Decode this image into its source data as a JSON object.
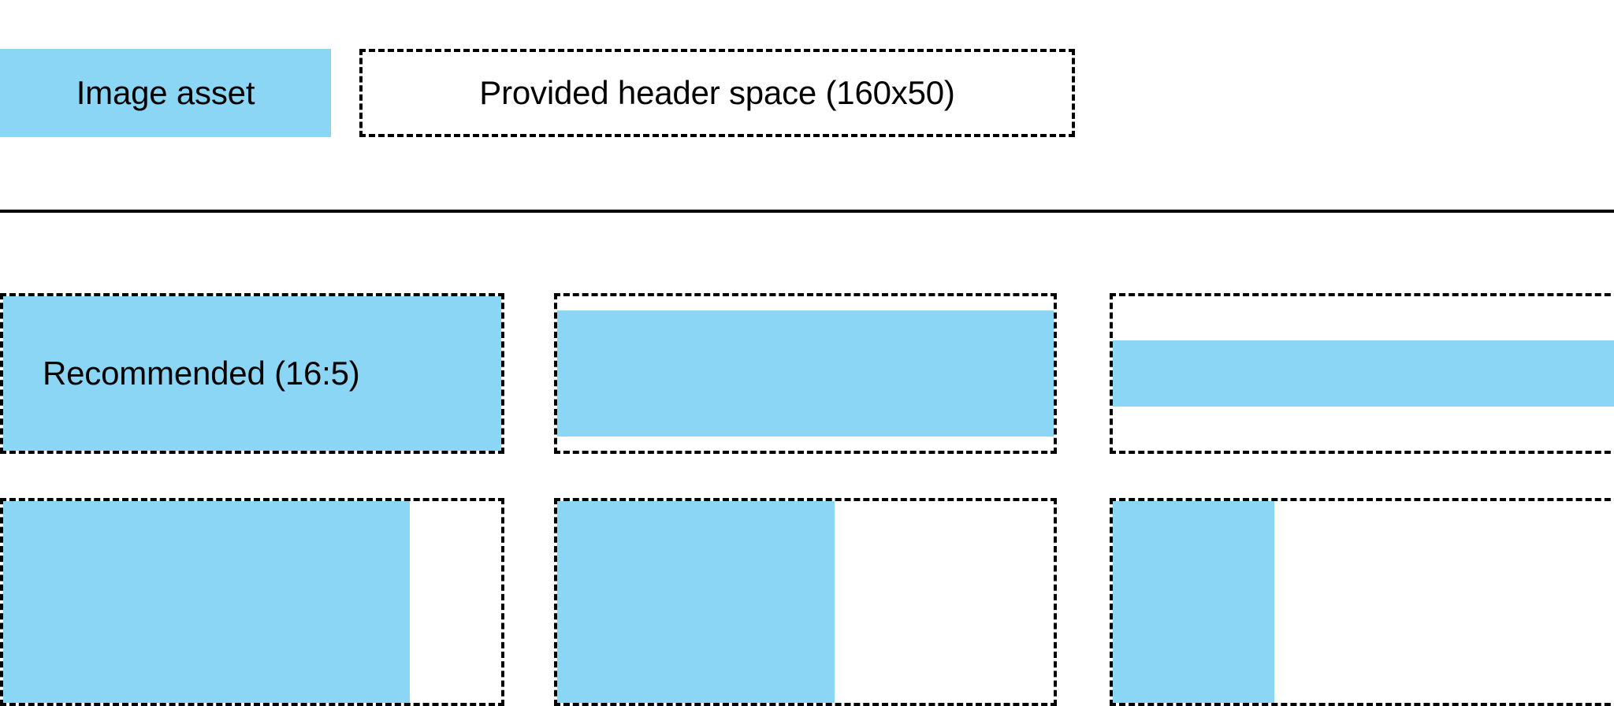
{
  "colors": {
    "asset_blue": "#8BD5F5",
    "outline_black": "#000000",
    "background": "#FFFFFF"
  },
  "header": {
    "swatch_label": "Image asset",
    "space_box_label": "Provided header space (160x50)",
    "swatch_icon": "blue-filled-rectangle",
    "space_box_icon": "dashed-outline-rectangle"
  },
  "ratio_grid": {
    "recommended_label": "Recommended (16:5)",
    "rows": [
      {
        "name": "wide-fit-row",
        "cells": [
          {
            "name": "recommended-16-5",
            "label": "Recommended (16:5)",
            "fill": "full"
          },
          {
            "name": "wider-ratio-letterboxed",
            "label": "",
            "fill": "letterboxed"
          },
          {
            "name": "widest-ratio-letterboxed",
            "label": "",
            "fill": "letterboxed-narrow"
          }
        ]
      },
      {
        "name": "tall-fit-row",
        "cells": [
          {
            "name": "tall-ratio-pillarboxed-wide",
            "label": "",
            "fill": "pillarboxed-wide"
          },
          {
            "name": "tall-ratio-pillarboxed-medium",
            "label": "",
            "fill": "pillarboxed-medium"
          },
          {
            "name": "tall-ratio-pillarboxed-narrow",
            "label": "",
            "fill": "pillarboxed-narrow"
          }
        ]
      }
    ]
  }
}
